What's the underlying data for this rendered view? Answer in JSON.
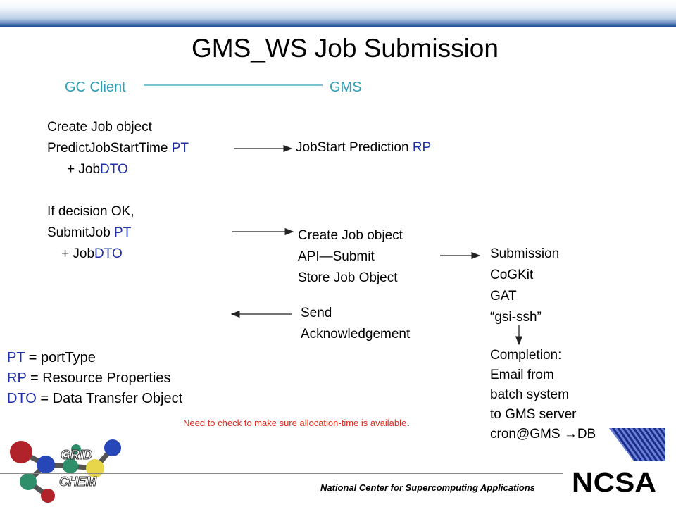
{
  "title": "GMS_WS  Job Submission",
  "headers": {
    "client": "GC Client",
    "gms": "GMS"
  },
  "block1": {
    "line1": "Create Job object",
    "line2_text": "PredictJobStartTime ",
    "line2_abbr": "PT",
    "line3_text": "+ Job",
    "line3_abbr": "DTO"
  },
  "prediction": {
    "text": "JobStart Prediction ",
    "abbr": "RP"
  },
  "block2": {
    "line1": "If decision OK,",
    "line2_text": "SubmitJob ",
    "line2_abbr": "PT",
    "line3_text": "+ Job",
    "line3_abbr": "DTO"
  },
  "gms_actions": [
    "Create Job object",
    "API—Submit",
    "Store Job Object"
  ],
  "submission": [
    "Submission",
    "CoGKit",
    "GAT",
    "“gsi-ssh”"
  ],
  "ack": [
    "Send",
    "Acknowledgement"
  ],
  "completion": [
    "Completion:",
    "Email from",
    "batch system",
    "to GMS server",
    "cron@GMS ",
    "DB"
  ],
  "legend": [
    {
      "abbr": "PT",
      "text": " = portType"
    },
    {
      "abbr": "RP",
      "text": " = Resource Properties"
    },
    {
      "abbr": "DTO",
      "text": " = Data Transfer Object"
    }
  ],
  "note": "Need to check to make sure allocation-time is available",
  "note_end": ".",
  "footer": "National Center for Supercomputing Applications",
  "logos": {
    "left": "GRID CHEM",
    "right": "NCSA"
  },
  "colors": {
    "header": "#2e9fb5",
    "abbr": "#1f2fa6",
    "note": "#e02a1a",
    "topbar": "#1f4f9a"
  }
}
